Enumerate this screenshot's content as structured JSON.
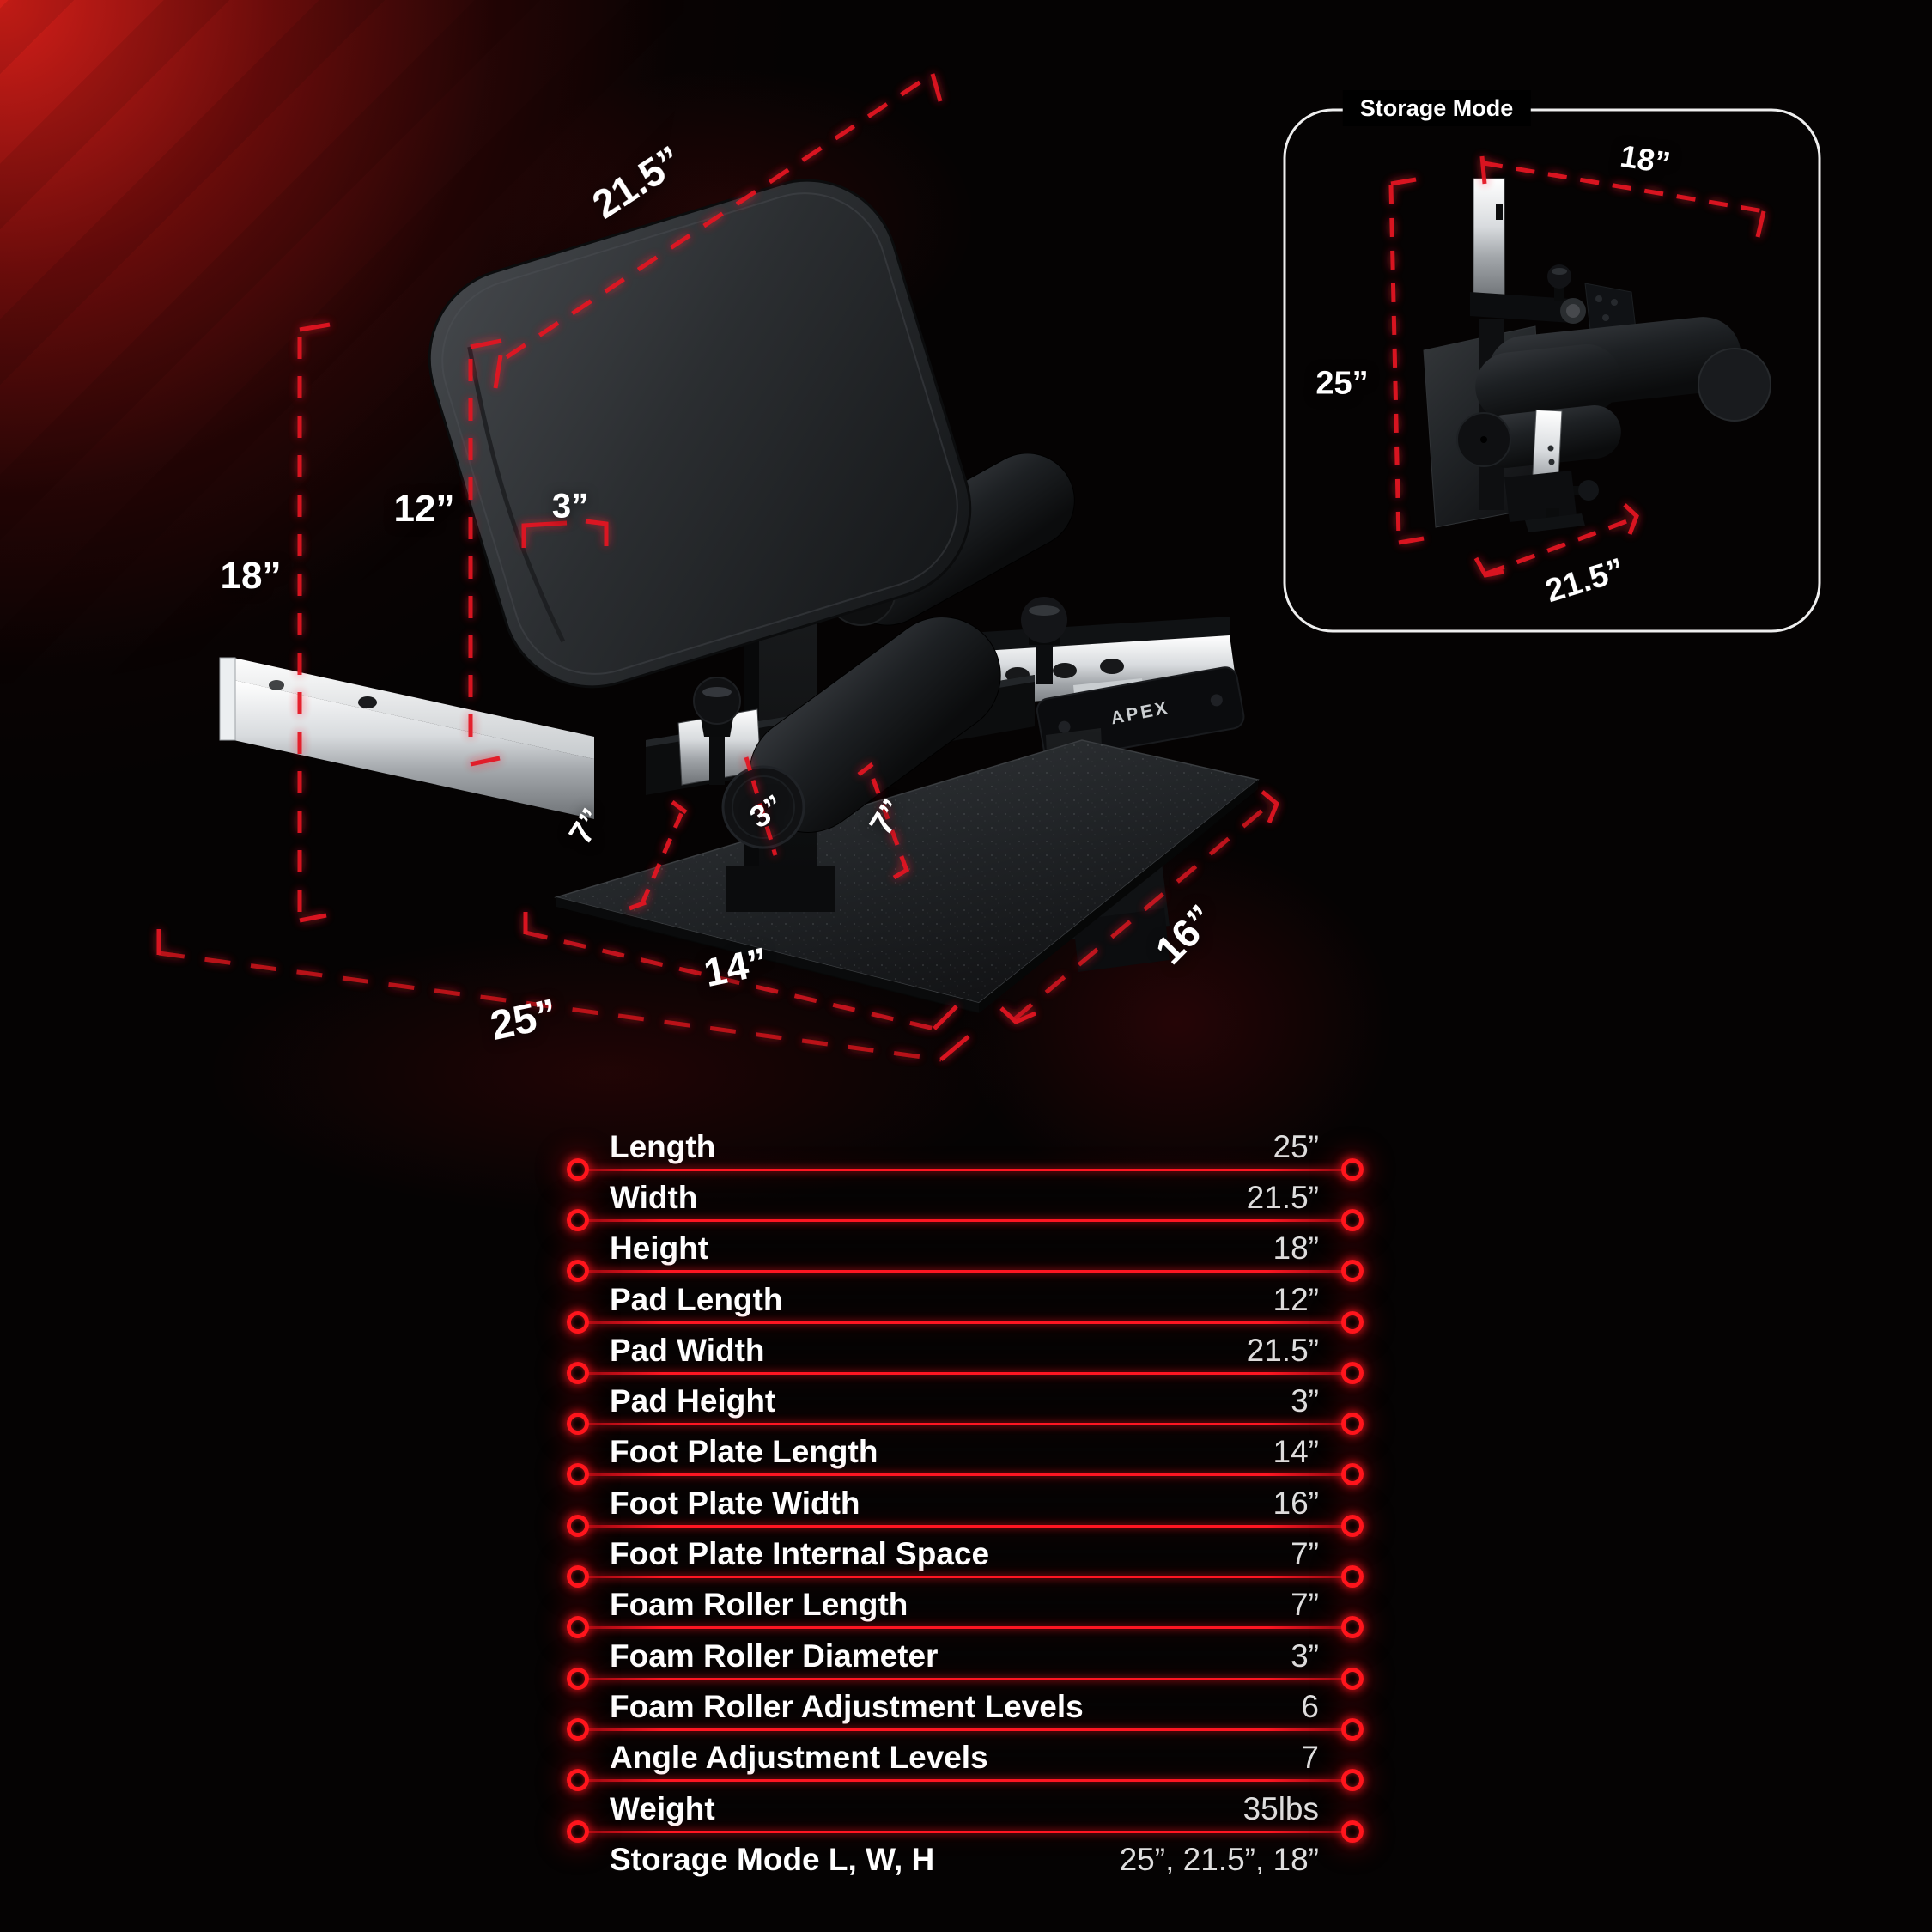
{
  "colors": {
    "accent_red": "#ff1420",
    "dash_red": "#e41521",
    "background": "#030202"
  },
  "figure": {
    "dim_labels": {
      "top_width": "21.5”",
      "pad_length": "12”",
      "pad_height": "3”",
      "height": "18”",
      "internal_space_left": "7”",
      "roller_diameter": "3”",
      "internal_space_right": "7”",
      "foot_plate_length": "14”",
      "length": "25”",
      "foot_plate_width": "16”"
    },
    "brand_mark": "APEX"
  },
  "storage_inset": {
    "title": "Storage Mode",
    "dim_labels": {
      "width": "18”",
      "height": "25”",
      "depth": "21.5”"
    }
  },
  "spec_table": {
    "rows": [
      {
        "label": "Length",
        "value": "25”"
      },
      {
        "label": "Width",
        "value": "21.5”"
      },
      {
        "label": "Height",
        "value": "18”"
      },
      {
        "label": "Pad Length",
        "value": "12”"
      },
      {
        "label": "Pad Width",
        "value": "21.5”"
      },
      {
        "label": "Pad Height",
        "value": "3”"
      },
      {
        "label": "Foot Plate Length",
        "value": "14”"
      },
      {
        "label": "Foot Plate Width",
        "value": "16”"
      },
      {
        "label": "Foot Plate Internal Space",
        "value": "7”"
      },
      {
        "label": "Foam Roller Length",
        "value": "7”"
      },
      {
        "label": "Foam Roller Diameter",
        "value": "3”"
      },
      {
        "label": "Foam Roller Adjustment Levels",
        "value": "6"
      },
      {
        "label": "Angle Adjustment Levels",
        "value": "7"
      },
      {
        "label": "Weight",
        "value": "35lbs"
      },
      {
        "label": "Storage Mode L, W, H",
        "value": "25”, 21.5”, 18”"
      }
    ]
  }
}
